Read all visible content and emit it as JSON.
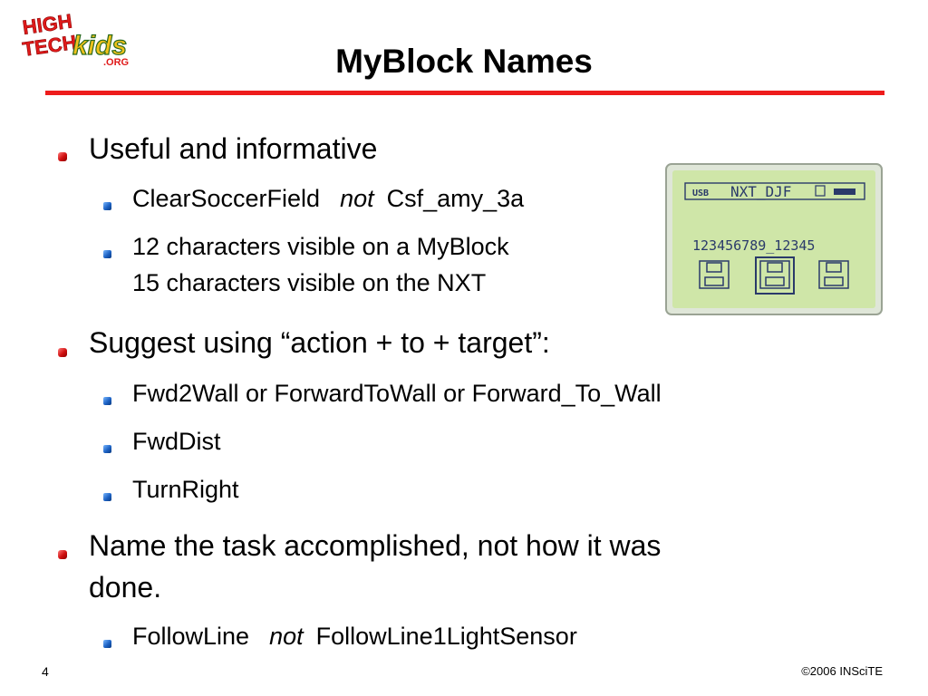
{
  "slide": {
    "title": "MyBlock Names",
    "logo": {
      "line1": "HIGH",
      "line2": "TECH",
      "word": "kids",
      "suffix": ".ORG"
    },
    "bullets": {
      "useful": "Useful and informative",
      "clear_good": "ClearSoccerField",
      "clear_not": "not",
      "clear_bad": "Csf_amy_3a",
      "chars_line1": "12 characters visible on a MyBlock",
      "chars_line2": "15 characters visible on the NXT",
      "suggest": "Suggest using “action + to + target”:",
      "fwd2wall": "Fwd2Wall or ForwardToWall or Forward_To_Wall",
      "fwddist": "FwdDist",
      "turnright": "TurnRight",
      "name_line1": "Name the task accomplished, not how it was",
      "name_line2": "done.",
      "follow_good": "FollowLine",
      "follow_not": "not",
      "follow_bad": "FollowLine1LightSensor"
    },
    "nxt_screen": {
      "usb": "USB",
      "title": "NXT_DJF",
      "name": "123456789_12345"
    },
    "footer": {
      "page_number": "4",
      "copyright": "©2006 INSciTE"
    },
    "colors": {
      "title_rule": "#ee1c1c",
      "level1_bullet": "#d01010",
      "level2_bullet": "#1d62c4",
      "lcd_background": "#cfe6a8"
    }
  }
}
